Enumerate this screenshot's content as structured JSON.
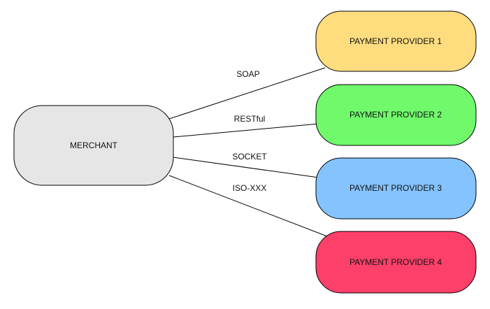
{
  "diagram": {
    "merchant": {
      "label": "MERCHANT",
      "fill": "#e6e6e6"
    },
    "providers": [
      {
        "label": "PAYMENT PROVIDER 1",
        "fill": "#ffdd7f"
      },
      {
        "label": "PAYMENT PROVIDER 2",
        "fill": "#6ff96b"
      },
      {
        "label": "PAYMENT PROVIDER 3",
        "fill": "#84c3fe"
      },
      {
        "label": "PAYMENT PROVIDER 4",
        "fill": "#fd4069"
      }
    ],
    "connections": [
      {
        "label": "SOAP"
      },
      {
        "label": "RESTful"
      },
      {
        "label": "SOCKET"
      },
      {
        "label": "ISO-XXX"
      }
    ]
  }
}
